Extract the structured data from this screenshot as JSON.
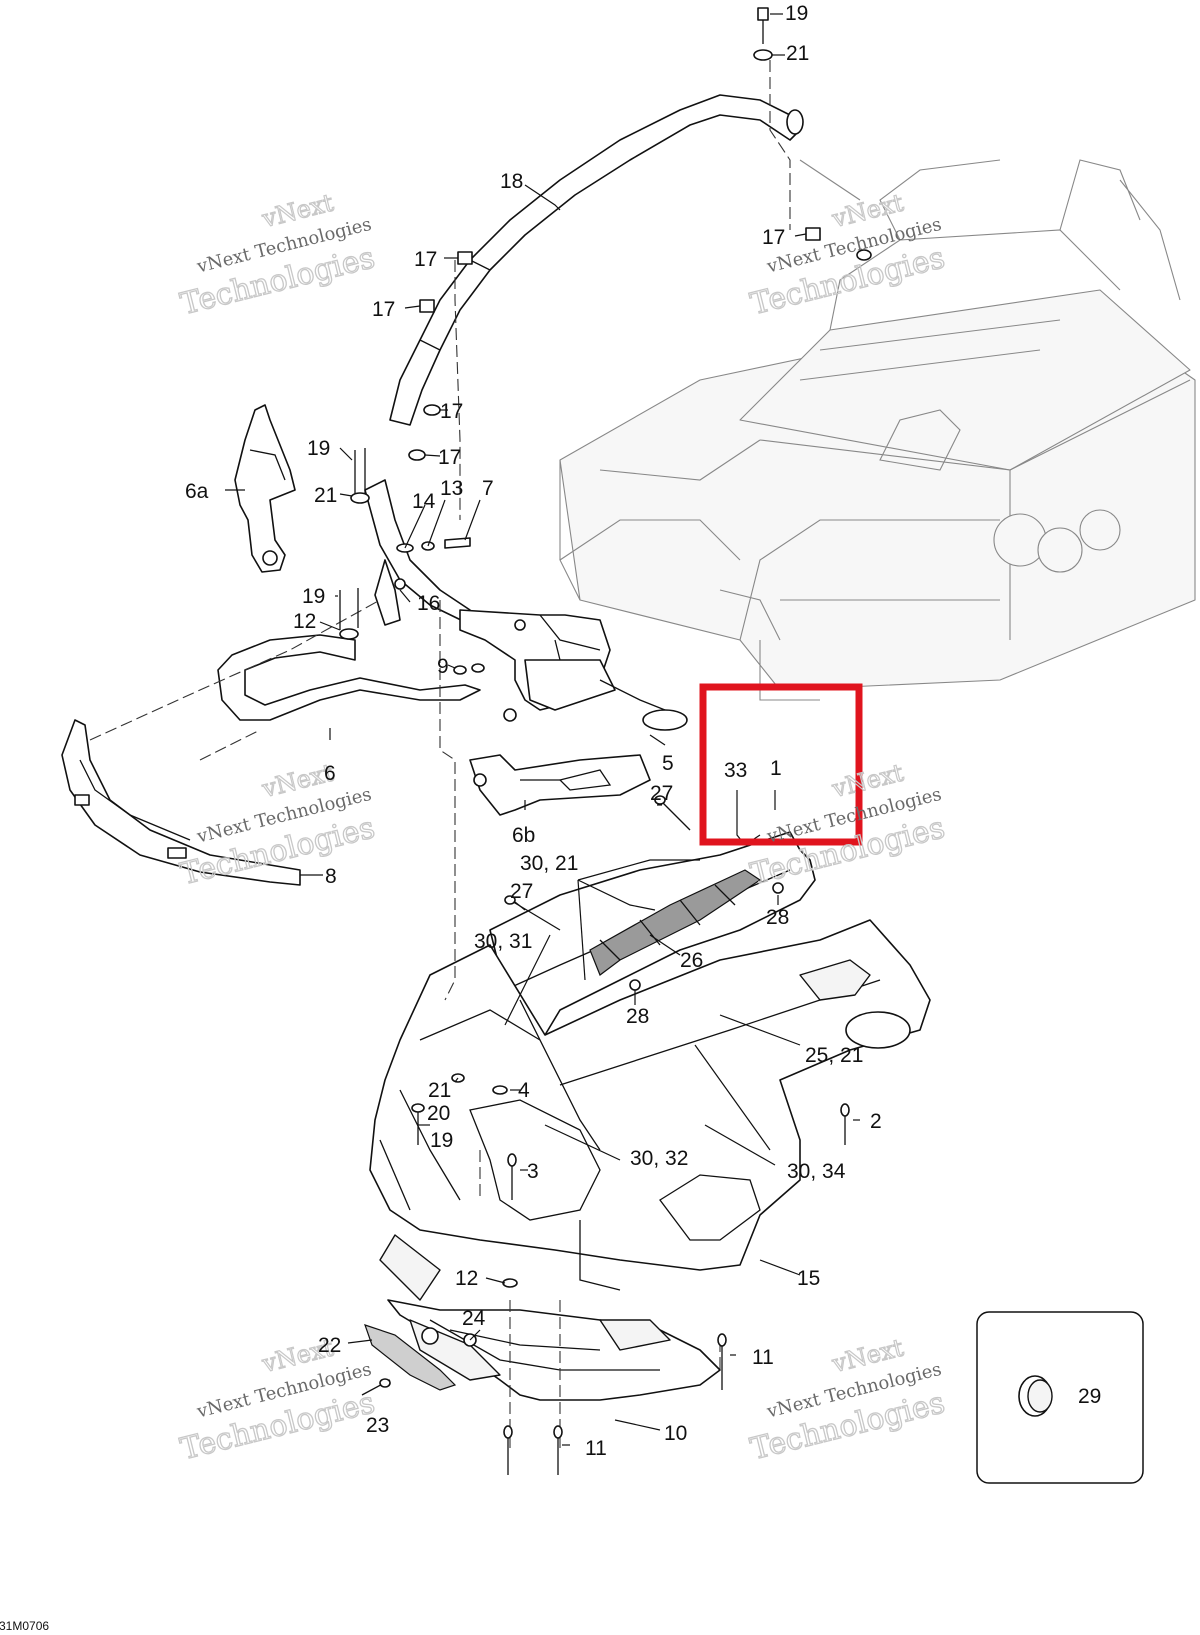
{
  "diagram": {
    "drawing_code": "31M0706",
    "callouts": {
      "c19_top": "19",
      "c21_top": "21",
      "c18": "18",
      "c17_a": "17",
      "c17_b": "17",
      "c17_c": "17",
      "c17_d": "17",
      "c17_e": "17",
      "c6a": "6a",
      "c19_mid": "19",
      "c21_mid": "21",
      "c14": "14",
      "c13": "13",
      "c7": "7",
      "c19_low": "19",
      "c16": "16",
      "c12_top": "12",
      "c9": "9",
      "c6": "6",
      "c5": "5",
      "c6b": "6b",
      "c33": "33",
      "c1": "1",
      "c27_a": "27",
      "c8": "8",
      "c30_21": "30, 21",
      "c27_b": "27",
      "c28_a": "28",
      "c30_31": "30, 31",
      "c26": "26",
      "c28_b": "28",
      "c25_21": "25, 21",
      "c4": "4",
      "c21_low": "21",
      "c20": "20",
      "c19_bottom": "19",
      "c2": "2",
      "c3": "3",
      "c30_32": "30, 32",
      "c30_34": "30, 34",
      "c15": "15",
      "c12_low": "12",
      "c24": "24",
      "c22": "22",
      "c11_a": "11",
      "c23": "23",
      "c11_b": "11",
      "c10": "10",
      "c29": "29"
    },
    "watermarks": [
      {
        "line1": "vNext",
        "line2": "vNext Technologies",
        "line3": "Technologies"
      },
      {
        "line1": "vNext",
        "line2": "vNext Technologies",
        "line3": "Technologies"
      },
      {
        "line1": "vNext",
        "line2": "vNext Technologies",
        "line3": "Technologies"
      },
      {
        "line1": "vNext",
        "line2": "vNext Technologies",
        "line3": "Technologies"
      },
      {
        "line1": "vNext",
        "line2": "vNext Technologies",
        "line3": "Technologies"
      },
      {
        "line1": "vNext",
        "line2": "vNext Technologies",
        "line3": "Technologies"
      }
    ],
    "highlight_color": "#e0141e"
  }
}
